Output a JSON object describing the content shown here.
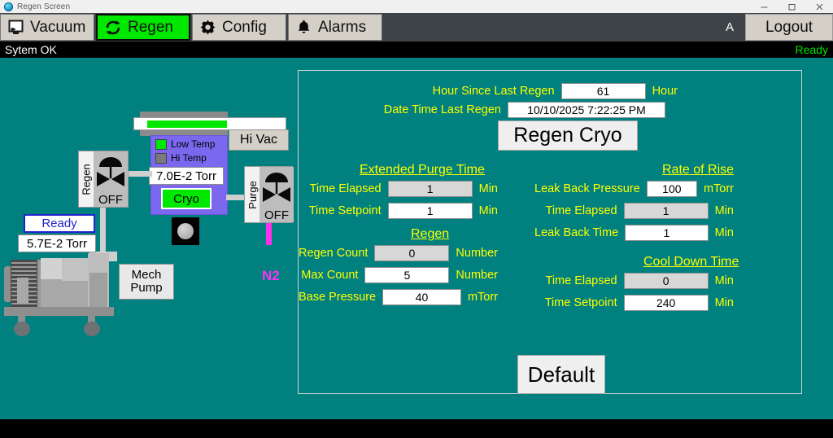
{
  "window": {
    "title": "Regen Screen",
    "icon": "app-globe-icon",
    "minimize": "minimize-icon",
    "maximize": "maximize-icon",
    "close": "close-icon"
  },
  "nav": {
    "tabs": [
      {
        "label": "Vacuum",
        "icon": "monitor-icon",
        "active": false
      },
      {
        "label": "Regen",
        "icon": "refresh-cycle-icon",
        "active": true
      },
      {
        "label": "Config",
        "icon": "gear-icon",
        "active": false
      },
      {
        "label": "Alarms",
        "icon": "bell-icon",
        "active": false
      }
    ],
    "user_initial": "A",
    "logout_label": "Logout",
    "active_tab_color": "#00e800"
  },
  "status": {
    "message": "Sytem OK",
    "state": "Ready",
    "state_color": "#00e400"
  },
  "schematic": {
    "regen_valve": {
      "tag": "Regen",
      "state": "OFF"
    },
    "purge_valve": {
      "tag": "Purge",
      "state": "OFF"
    },
    "hi_vac_label": "Hi Vac",
    "cryo": {
      "legend": [
        {
          "label": "Low Temp",
          "color": "#00e800"
        },
        {
          "label": "Hi Temp",
          "color": "#7a7a7a"
        }
      ],
      "pressure": "7.0E-2 Torr",
      "button_label": "Cryo",
      "button_color": "#00e800"
    },
    "foreline": {
      "status_label": "Ready",
      "status_color": "#2222cc",
      "pressure": "5.7E-2 Torr"
    },
    "mech_pump": {
      "line1": "Mech",
      "line2": "Pump"
    },
    "gas_label": "N2",
    "gas_color": "#ff2ff0",
    "indicator_lamp": "lamp-off"
  },
  "panel": {
    "top_fields": [
      {
        "label": "Hour Since Last Regen",
        "value": "61",
        "unit": "Hour",
        "readonly": false
      },
      {
        "label": "Date Time Last Regen",
        "value": "10/10/2025 7:22:25 PM",
        "unit": "",
        "readonly": false
      }
    ],
    "regen_cryo_button": "Regen Cryo",
    "default_button": "Default",
    "sections": [
      {
        "title": "Extended Purge Time",
        "rows": [
          {
            "label": "Time Elapsed",
            "value": "1",
            "unit": "Min",
            "readonly": true
          },
          {
            "label": "Time Setpoint",
            "value": "1",
            "unit": "Min",
            "readonly": false
          }
        ]
      },
      {
        "title": "Regen",
        "rows": [
          {
            "label": "Regen Count",
            "value": "0",
            "unit": "Number",
            "readonly": true
          },
          {
            "label": "Max Count",
            "value": "5",
            "unit": "Number",
            "readonly": false
          },
          {
            "label": "Base Pressure",
            "value": "40",
            "unit": "mTorr",
            "readonly": false
          }
        ]
      },
      {
        "title": "Rate of Rise",
        "rows": [
          {
            "label": "Leak Back Pressure",
            "value": "100",
            "unit": "mTorr",
            "readonly": false
          },
          {
            "label": "Time Elapsed",
            "value": "1",
            "unit": "Min",
            "readonly": true
          },
          {
            "label": "Leak Back Time",
            "value": "1",
            "unit": "Min",
            "readonly": false
          }
        ]
      },
      {
        "title": "Cool Down Time",
        "rows": [
          {
            "label": "Time Elapsed",
            "value": "0",
            "unit": "Min",
            "readonly": true
          },
          {
            "label": "Time Setpoint",
            "value": "240",
            "unit": "Min",
            "readonly": false
          }
        ]
      }
    ]
  },
  "theme": {
    "background": "#00807f",
    "label_yellow": "#ffff00",
    "cryo_purple": "#7b68ee"
  }
}
